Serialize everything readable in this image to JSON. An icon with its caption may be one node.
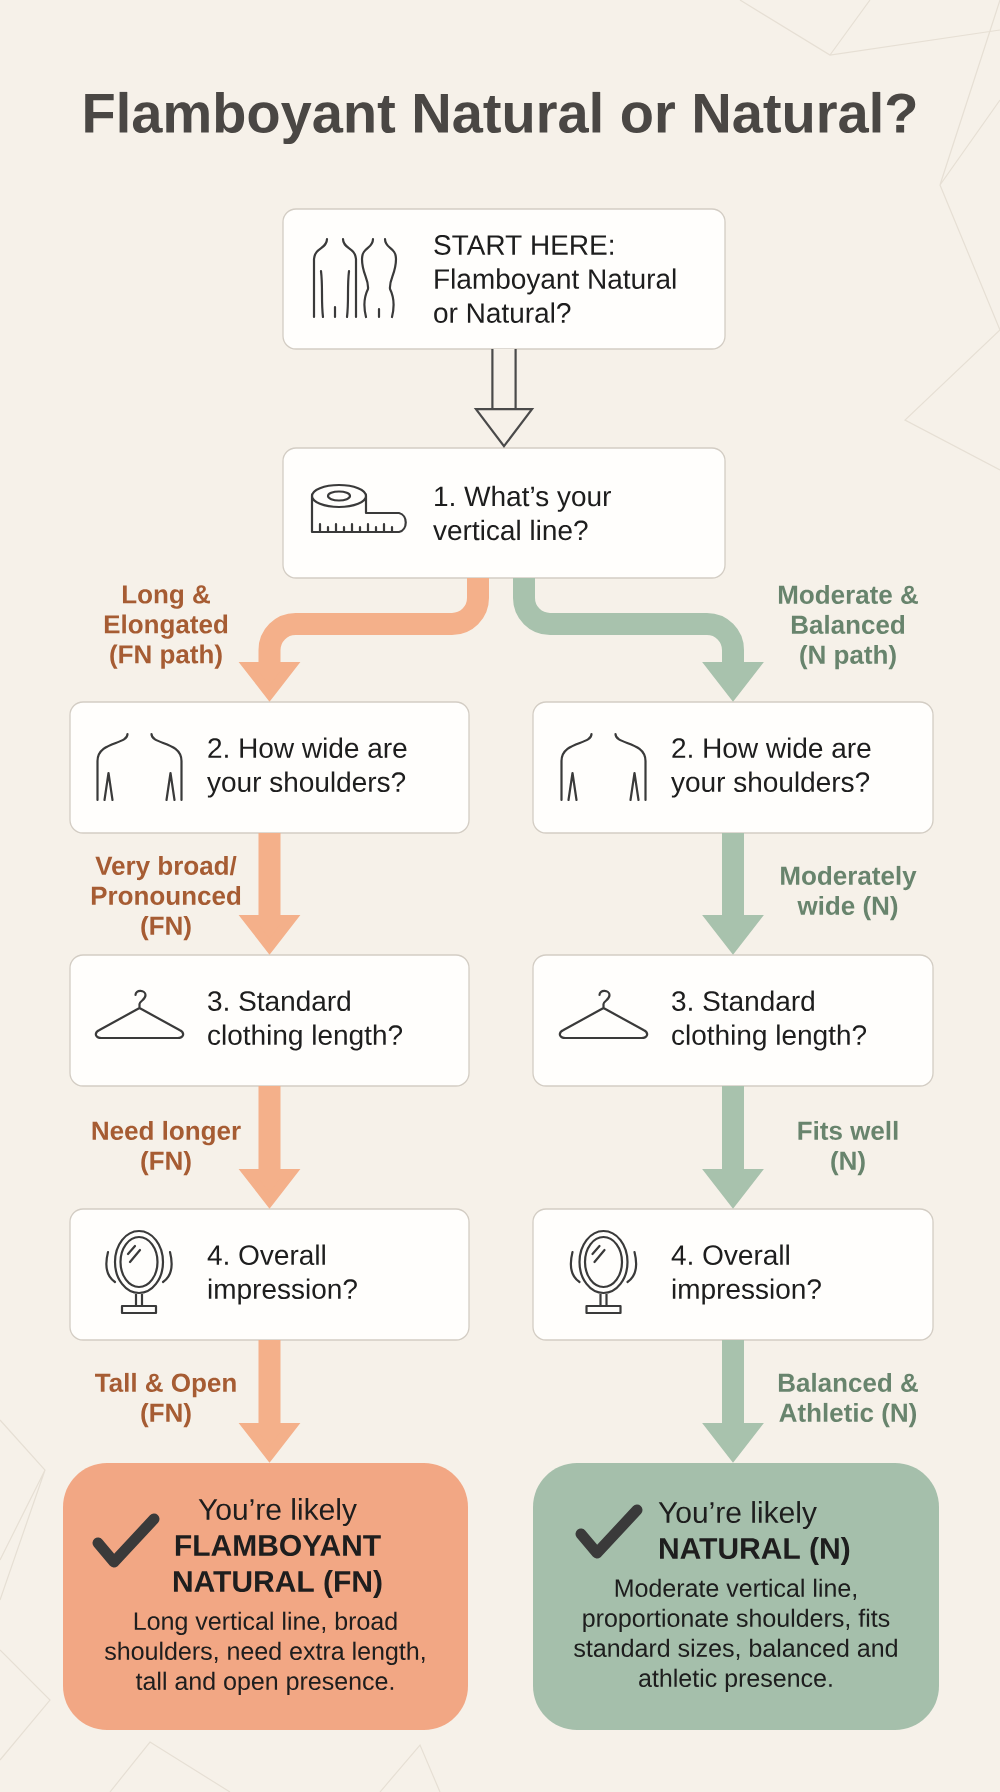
{
  "diagram": {
    "title": "Flamboyant Natural or Natural?",
    "nodes": [
      {
        "text": [
          "START HERE: Flamboyant Natural or Natural?"
        ]
      },
      {
        "text": [
          "1. What’s your vertical line?"
        ]
      },
      {
        "text": [
          "2. How wide are your shoulders?"
        ]
      },
      {
        "text": [
          "2. How wide are your shoulders?"
        ]
      },
      {
        "text": [
          "3. Standard clothing length?"
        ]
      },
      {
        "text": [
          "3. Standard clothing length?"
        ]
      },
      {
        "text": [
          "4. Overall impression?"
        ]
      },
      {
        "text": [
          "4. Overall impression?"
        ]
      },
      {
        "text": [
          "You’re likely **FLAMBOYANT NATURAL (FN)**",
          "Long vertical line, broad shoulders, need extra length, tall and open presence."
        ]
      },
      {
        "text": [
          "You’re likely **NATURAL (N)**",
          "Moderate vertical line, proportionate shoulders, fits standard sizes, balanced and athletic presence."
        ]
      }
    ],
    "edges": [
      {
        "from": 0,
        "to": 1,
        "arrow": "to",
        "color": "#4a4a4a"
      },
      {
        "from": 1,
        "to": 2,
        "arrow": "to",
        "label": "Long & Elongated (FN path)",
        "color": "#f4b08a"
      },
      {
        "from": 1,
        "to": 3,
        "arrow": "to",
        "label": "Moderate & Balanced (N path)",
        "color": "#a8c2ad"
      },
      {
        "from": 2,
        "to": 4,
        "arrow": "to",
        "label": "Very broad/ Pronounced (FN)",
        "color": "#f4b08a"
      },
      {
        "from": 3,
        "to": 5,
        "arrow": "to",
        "label": "Moderately wide (N)",
        "color": "#a8c2ad"
      },
      {
        "from": 4,
        "to": 6,
        "arrow": "to",
        "label": "Need longer (FN)",
        "color": "#f4b08a"
      },
      {
        "from": 5,
        "to": 7,
        "arrow": "to",
        "label": "Fits well (N)",
        "color": "#a8c2ad"
      },
      {
        "from": 6,
        "to": 8,
        "arrow": "to",
        "label": "Tall & Open (FN)",
        "color": "#f4b08a"
      },
      {
        "from": 7,
        "to": 9,
        "arrow": "to",
        "label": "Balanced & Athletic (N)",
        "color": "#a8c2ad"
      }
    ]
  }
}
